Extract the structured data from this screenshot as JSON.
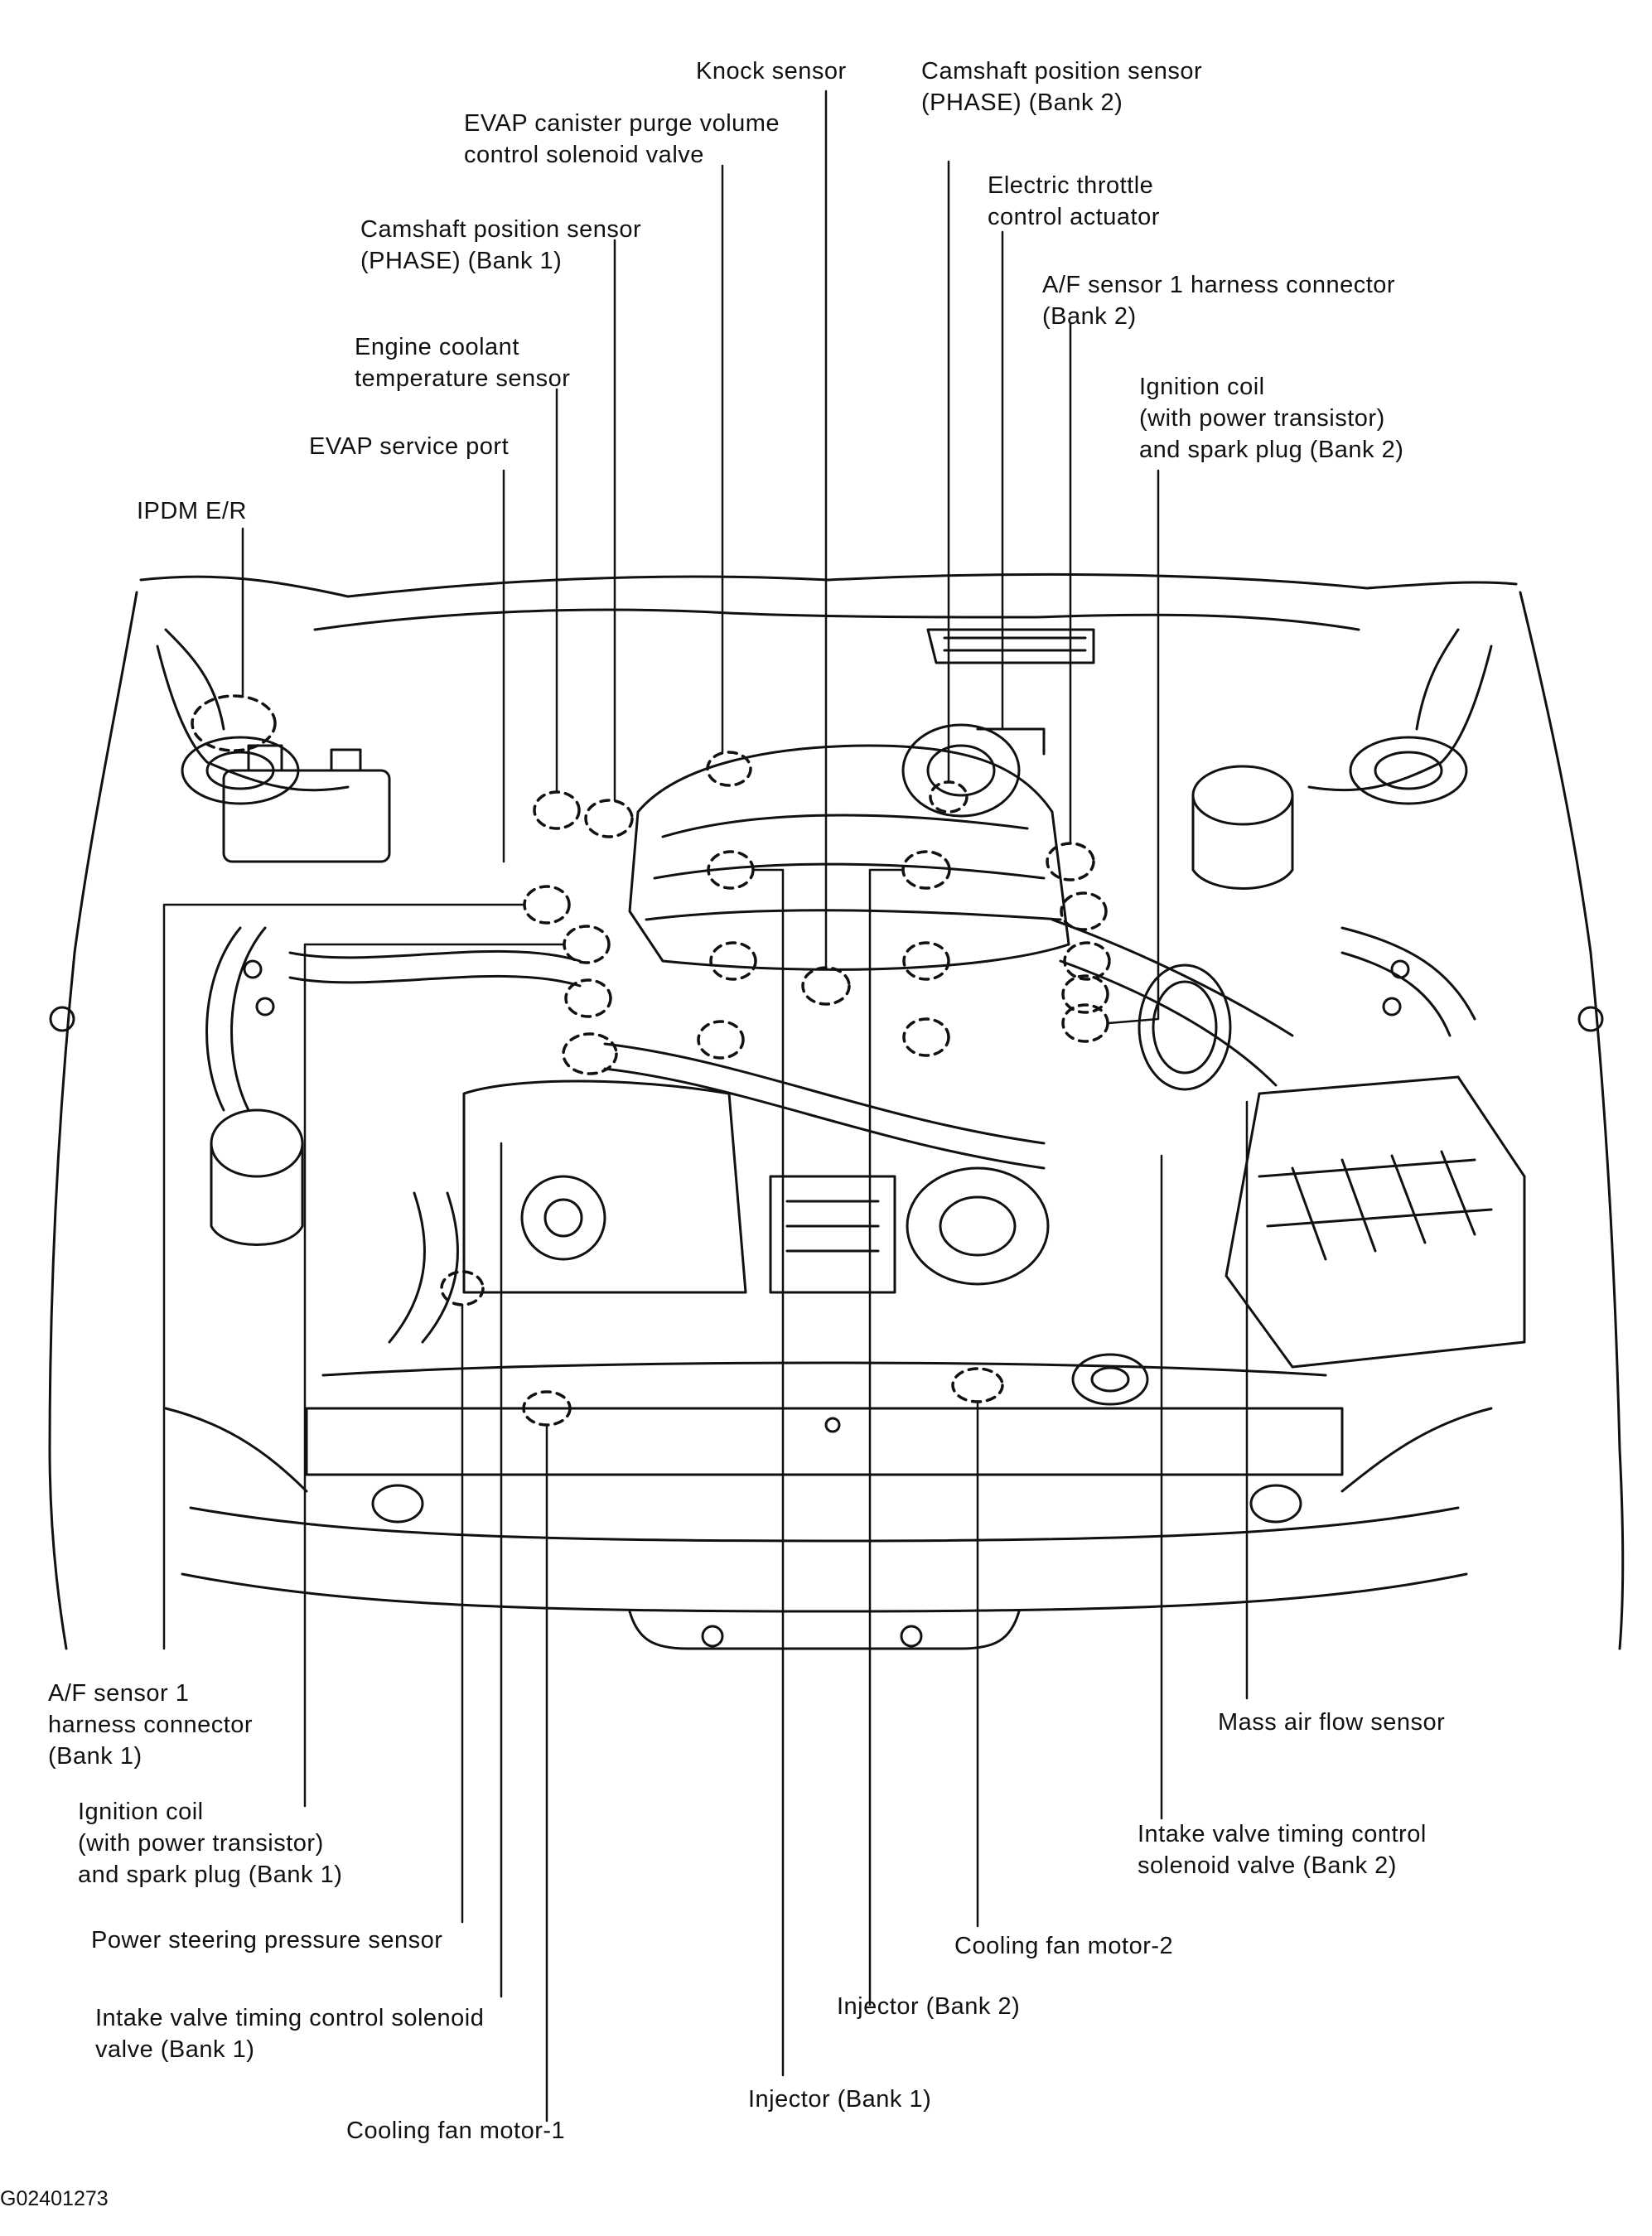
{
  "labels": {
    "knock_sensor": [
      "Knock sensor"
    ],
    "cam_bank2": [
      "Camshaft position sensor",
      "(PHASE) (Bank 2)"
    ],
    "evap_purge": [
      "EVAP canister purge volume",
      "control solenoid valve"
    ],
    "throttle": [
      "Electric throttle",
      "control actuator"
    ],
    "cam_bank1": [
      "Camshaft position sensor",
      "(PHASE) (Bank 1)"
    ],
    "af_bank2": [
      "A/F sensor 1 harness connector",
      "(Bank 2)"
    ],
    "coolant": [
      "Engine coolant",
      "temperature sensor"
    ],
    "ign_bank2": [
      "Ignition coil",
      "(with power transistor)",
      "and spark plug (Bank 2)"
    ],
    "evap_port": [
      "EVAP service port"
    ],
    "ipdm": [
      "IPDM E/R"
    ],
    "af_bank1": [
      "A/F sensor 1",
      "harness connector",
      "(Bank 1)"
    ],
    "maf": [
      "Mass air flow sensor"
    ],
    "ign_bank1": [
      "Ignition coil",
      "(with power transistor)",
      "and spark plug (Bank 1)"
    ],
    "ivt_bank2": [
      "Intake valve timing control",
      "solenoid valve (Bank 2)"
    ],
    "ps_sensor": [
      "Power steering pressure sensor"
    ],
    "fan2": [
      "Cooling fan motor-2"
    ],
    "inj_bank2": [
      "Injector (Bank 2)"
    ],
    "ivt_bank1": [
      "Intake valve timing control solenoid",
      "valve (Bank 1)"
    ],
    "inj_bank1": [
      "Injector (Bank 1)"
    ],
    "fan1": [
      "Cooling fan motor-1"
    ]
  },
  "figure_code": "G02401273"
}
